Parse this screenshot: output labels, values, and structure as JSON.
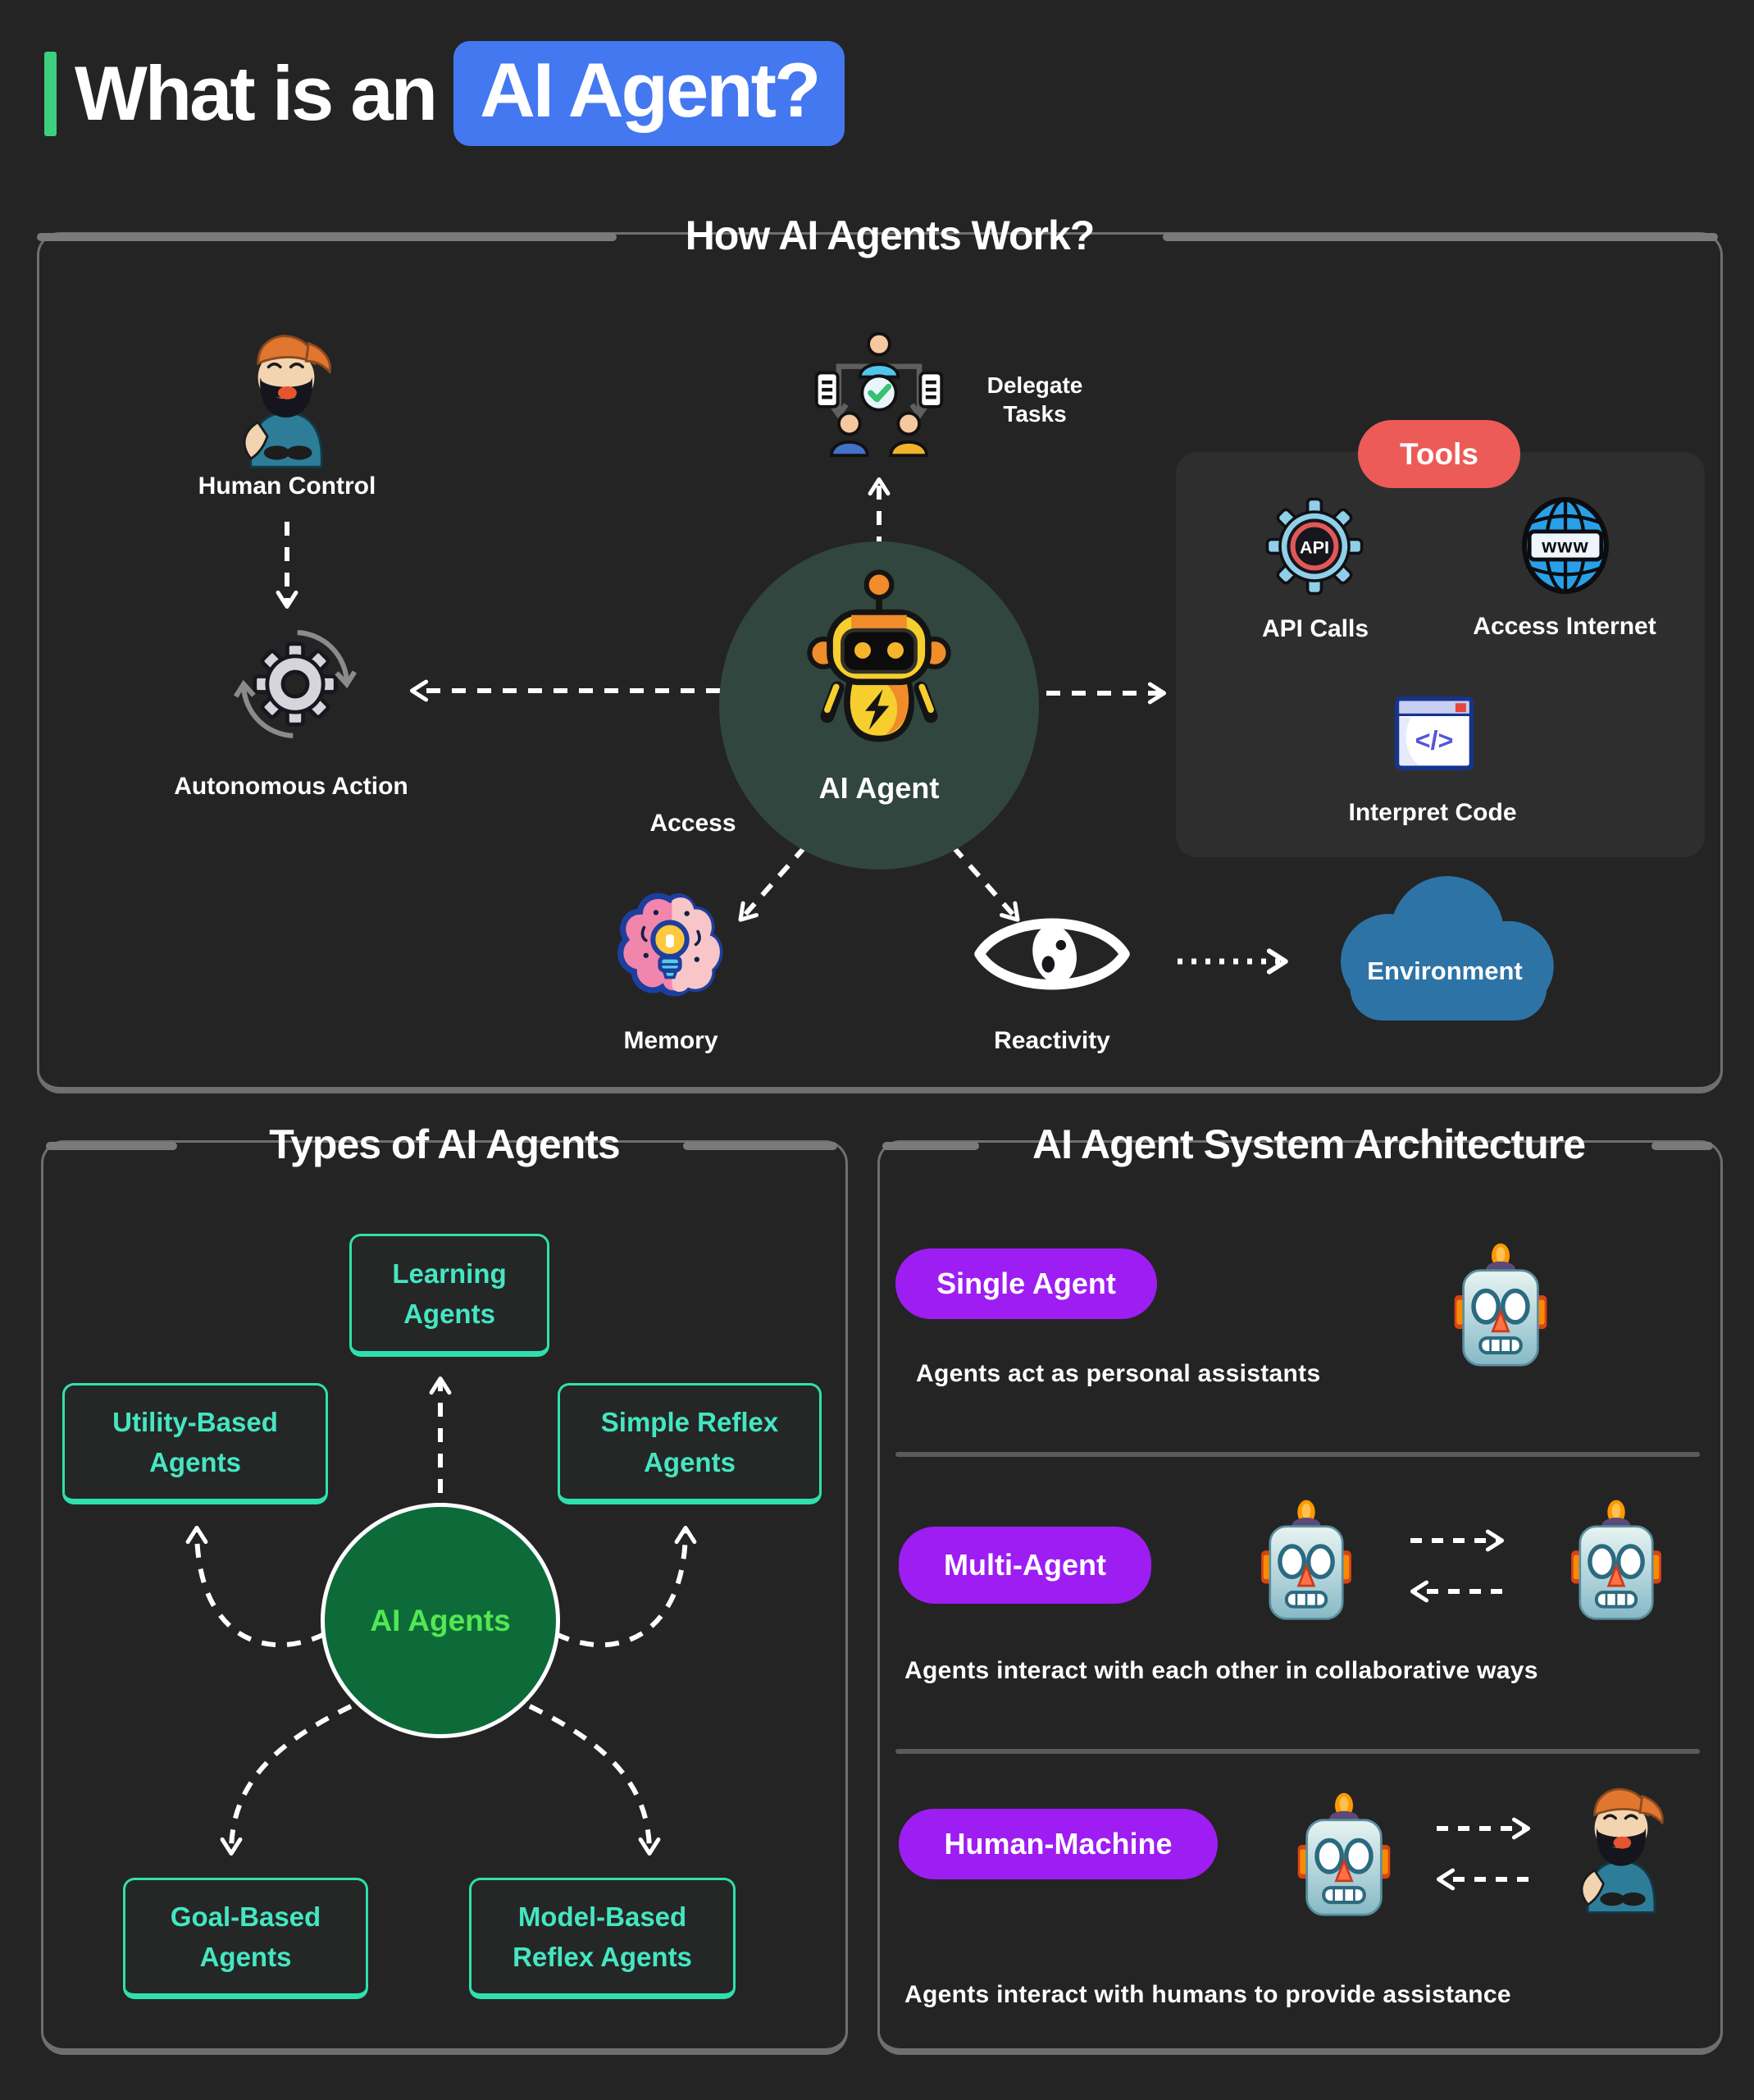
{
  "header": {
    "title_prefix": "What is an",
    "title_highlight": "AI Agent?"
  },
  "how": {
    "title": "How AI Agents Work?",
    "labels": {
      "human_control": "Human Control",
      "delegate_tasks": "Delegate Tasks",
      "autonomous_action": "Autonomous Action",
      "ai_agent": "AI Agent",
      "access": "Access",
      "memory": "Memory",
      "reactivity": "Reactivity",
      "environment": "Environment"
    },
    "tools": {
      "title": "Tools",
      "items": [
        {
          "icon": "api-gear-icon",
          "label": "API Calls"
        },
        {
          "icon": "globe-www-icon",
          "label": "Access Internet"
        },
        {
          "icon": "code-window-icon",
          "label": "Interpret Code"
        }
      ],
      "api_text": "API",
      "www_text": "www",
      "code_text": "</>"
    }
  },
  "types": {
    "title": "Types of AI Agents",
    "center_label": "AI Agents",
    "boxes": [
      {
        "label": "Learning Agents"
      },
      {
        "label": "Utility-Based Agents"
      },
      {
        "label": "Simple Reflex Agents"
      },
      {
        "label": "Goal-Based Agents"
      },
      {
        "label": "Model-Based Reflex Agents"
      }
    ]
  },
  "architecture": {
    "title": "AI Agent System Architecture",
    "rows": [
      {
        "badge": "Single Agent",
        "desc": "Agents act as personal assistants"
      },
      {
        "badge": "Multi-Agent",
        "desc": "Agents interact with each other in collaborative ways"
      },
      {
        "badge": "Human-Machine",
        "desc": "Agents interact with humans to provide assistance"
      }
    ]
  },
  "colors": {
    "background": "#242424",
    "accent_green": "#3ecf7e",
    "highlight_blue": "#4478f0",
    "tools_red": "#ec5b57",
    "badge_purple": "#9e1df2",
    "type_teal": "#2fe0ad",
    "center_green_fill": "#0d6b3a",
    "center_green_text": "#52e852",
    "agent_circle_green": "#31463e",
    "cloud_blue": "#2e73a6",
    "panel_border": "#6f6f6f"
  }
}
